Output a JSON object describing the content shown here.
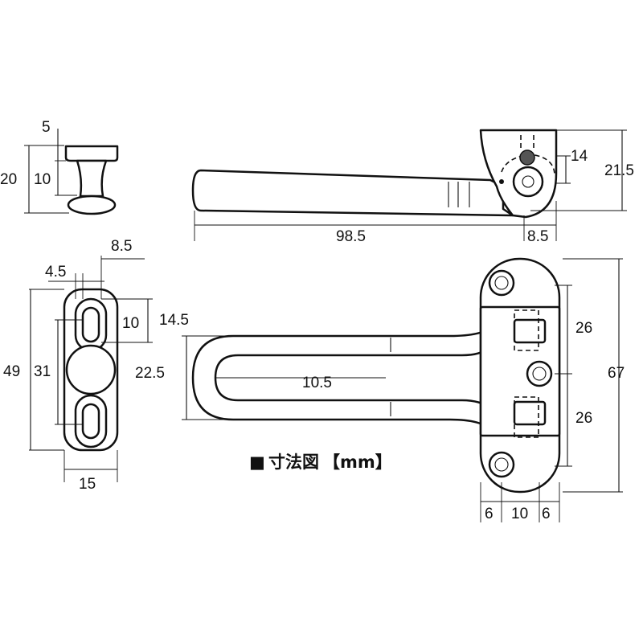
{
  "dimensions": {
    "knob_top": "5",
    "knob_height": "20",
    "knob_stem": "10",
    "arm_pivot_height": "14",
    "arm_bracket_height": "21.5",
    "arm_length": "98.5",
    "arm_bracket_width": "8.5",
    "plate_top_width": "8.5",
    "plate_slot_offset": "4.5",
    "plate_slot_height": "10",
    "plate_height": "49",
    "plate_hole_span": "31",
    "plate_width": "15",
    "guard_opening": "14.5",
    "guard_outer": "22.5",
    "guard_inner": "10.5",
    "base_upper_pitch": "26",
    "base_lower_pitch": "26",
    "base_height": "67",
    "base_left": "6",
    "base_mid": "10",
    "base_right": "6"
  },
  "legend": {
    "marker": "■",
    "title": "寸法図",
    "unit": "【mm】"
  },
  "colors": {
    "line": "#111111",
    "background": "#ffffff"
  }
}
